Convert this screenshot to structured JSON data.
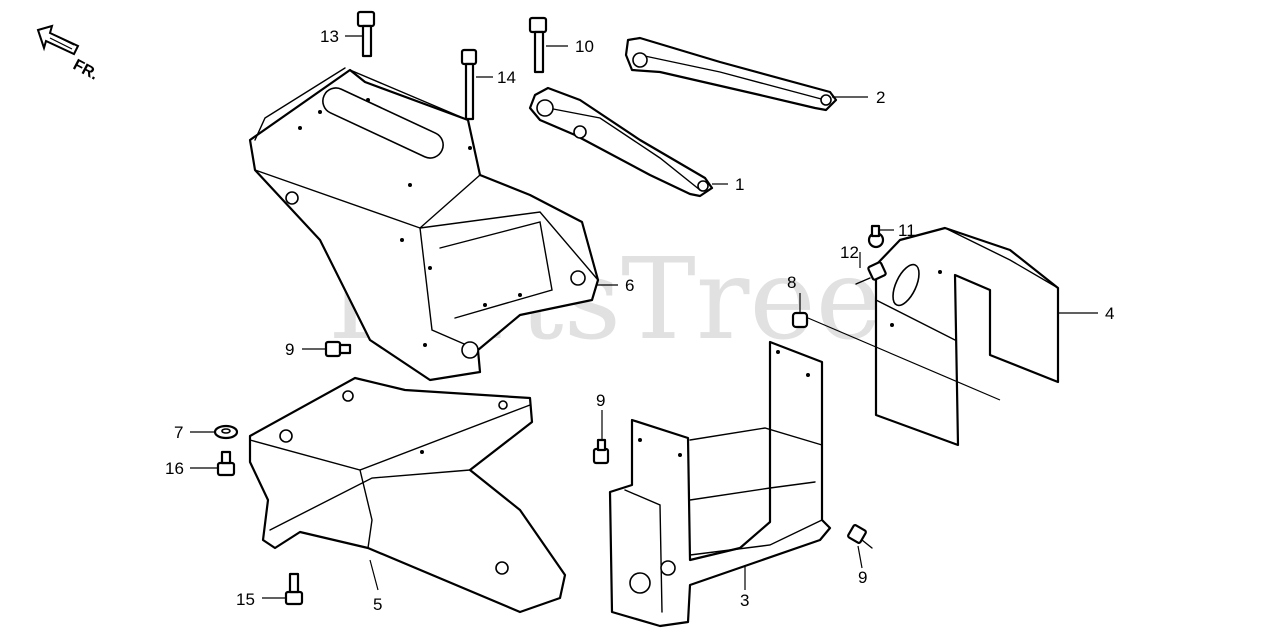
{
  "orientation": {
    "label": "FR."
  },
  "watermark": {
    "text": "PartsTree",
    "trademark": "™"
  },
  "callouts": [
    {
      "id": "c1",
      "num": "1"
    },
    {
      "id": "c2",
      "num": "2"
    },
    {
      "id": "c3",
      "num": "3"
    },
    {
      "id": "c4",
      "num": "4"
    },
    {
      "id": "c5",
      "num": "5"
    },
    {
      "id": "c6",
      "num": "6"
    },
    {
      "id": "c7",
      "num": "7"
    },
    {
      "id": "c8",
      "num": "8"
    },
    {
      "id": "c9a",
      "num": "9"
    },
    {
      "id": "c9b",
      "num": "9"
    },
    {
      "id": "c9c",
      "num": "9"
    },
    {
      "id": "c10",
      "num": "10"
    },
    {
      "id": "c11",
      "num": "11"
    },
    {
      "id": "c12",
      "num": "12"
    },
    {
      "id": "c13",
      "num": "13"
    },
    {
      "id": "c14",
      "num": "14"
    },
    {
      "id": "c15",
      "num": "15"
    },
    {
      "id": "c16",
      "num": "16"
    }
  ]
}
